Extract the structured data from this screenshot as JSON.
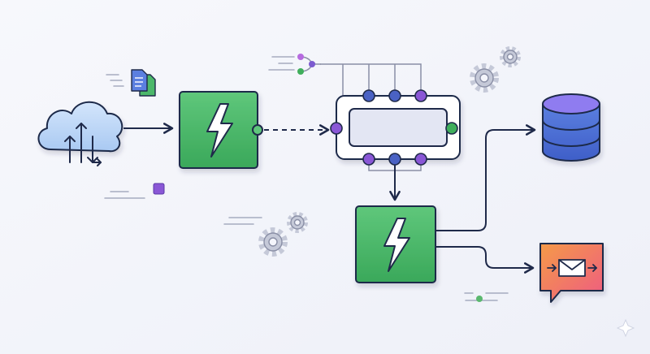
{
  "diagram": {
    "colors": {
      "background": "#f4f5fb",
      "stroke": "#1f2a4a",
      "function_green": "#4cb86a",
      "function_green_dark": "#2f8f4c",
      "cloud_blue": "#bcd6f6",
      "bus_purple": "#8a57d6",
      "bus_blue": "#4a62c4",
      "bus_green": "#3fae5c",
      "database_top": "#8f7cf0",
      "database_body": "#4f73d8",
      "notification_orange": "#f3874e",
      "notification_pink": "#ee5d7d",
      "muted_gear": "#c5c9d8"
    },
    "nodes": [
      {
        "id": "cloud-source",
        "kind": "cloud",
        "icon": "upload-download-arrows-icon"
      },
      {
        "id": "documents",
        "kind": "icon",
        "icon": "documents-icon"
      },
      {
        "id": "function-1",
        "kind": "function",
        "icon": "lightning-bolt-icon"
      },
      {
        "id": "event-bus",
        "kind": "bus",
        "icon": "event-bus-icon"
      },
      {
        "id": "function-2",
        "kind": "function",
        "icon": "lightning-bolt-icon"
      },
      {
        "id": "database",
        "kind": "database",
        "icon": "database-icon"
      },
      {
        "id": "notification",
        "kind": "message",
        "icon": "envelope-icon"
      },
      {
        "id": "gears-top",
        "kind": "decoration",
        "icon": "gears-icon"
      },
      {
        "id": "gears-bottom",
        "kind": "decoration",
        "icon": "gears-icon"
      }
    ],
    "edges": [
      {
        "from": "cloud-source",
        "to": "function-1",
        "style": "solid"
      },
      {
        "from": "function-1",
        "to": "event-bus",
        "style": "dashed"
      },
      {
        "from": "event-bus",
        "to": "function-2",
        "style": "solid"
      },
      {
        "from": "function-2",
        "to": "database",
        "style": "solid"
      },
      {
        "from": "function-2",
        "to": "notification",
        "style": "solid"
      }
    ]
  }
}
